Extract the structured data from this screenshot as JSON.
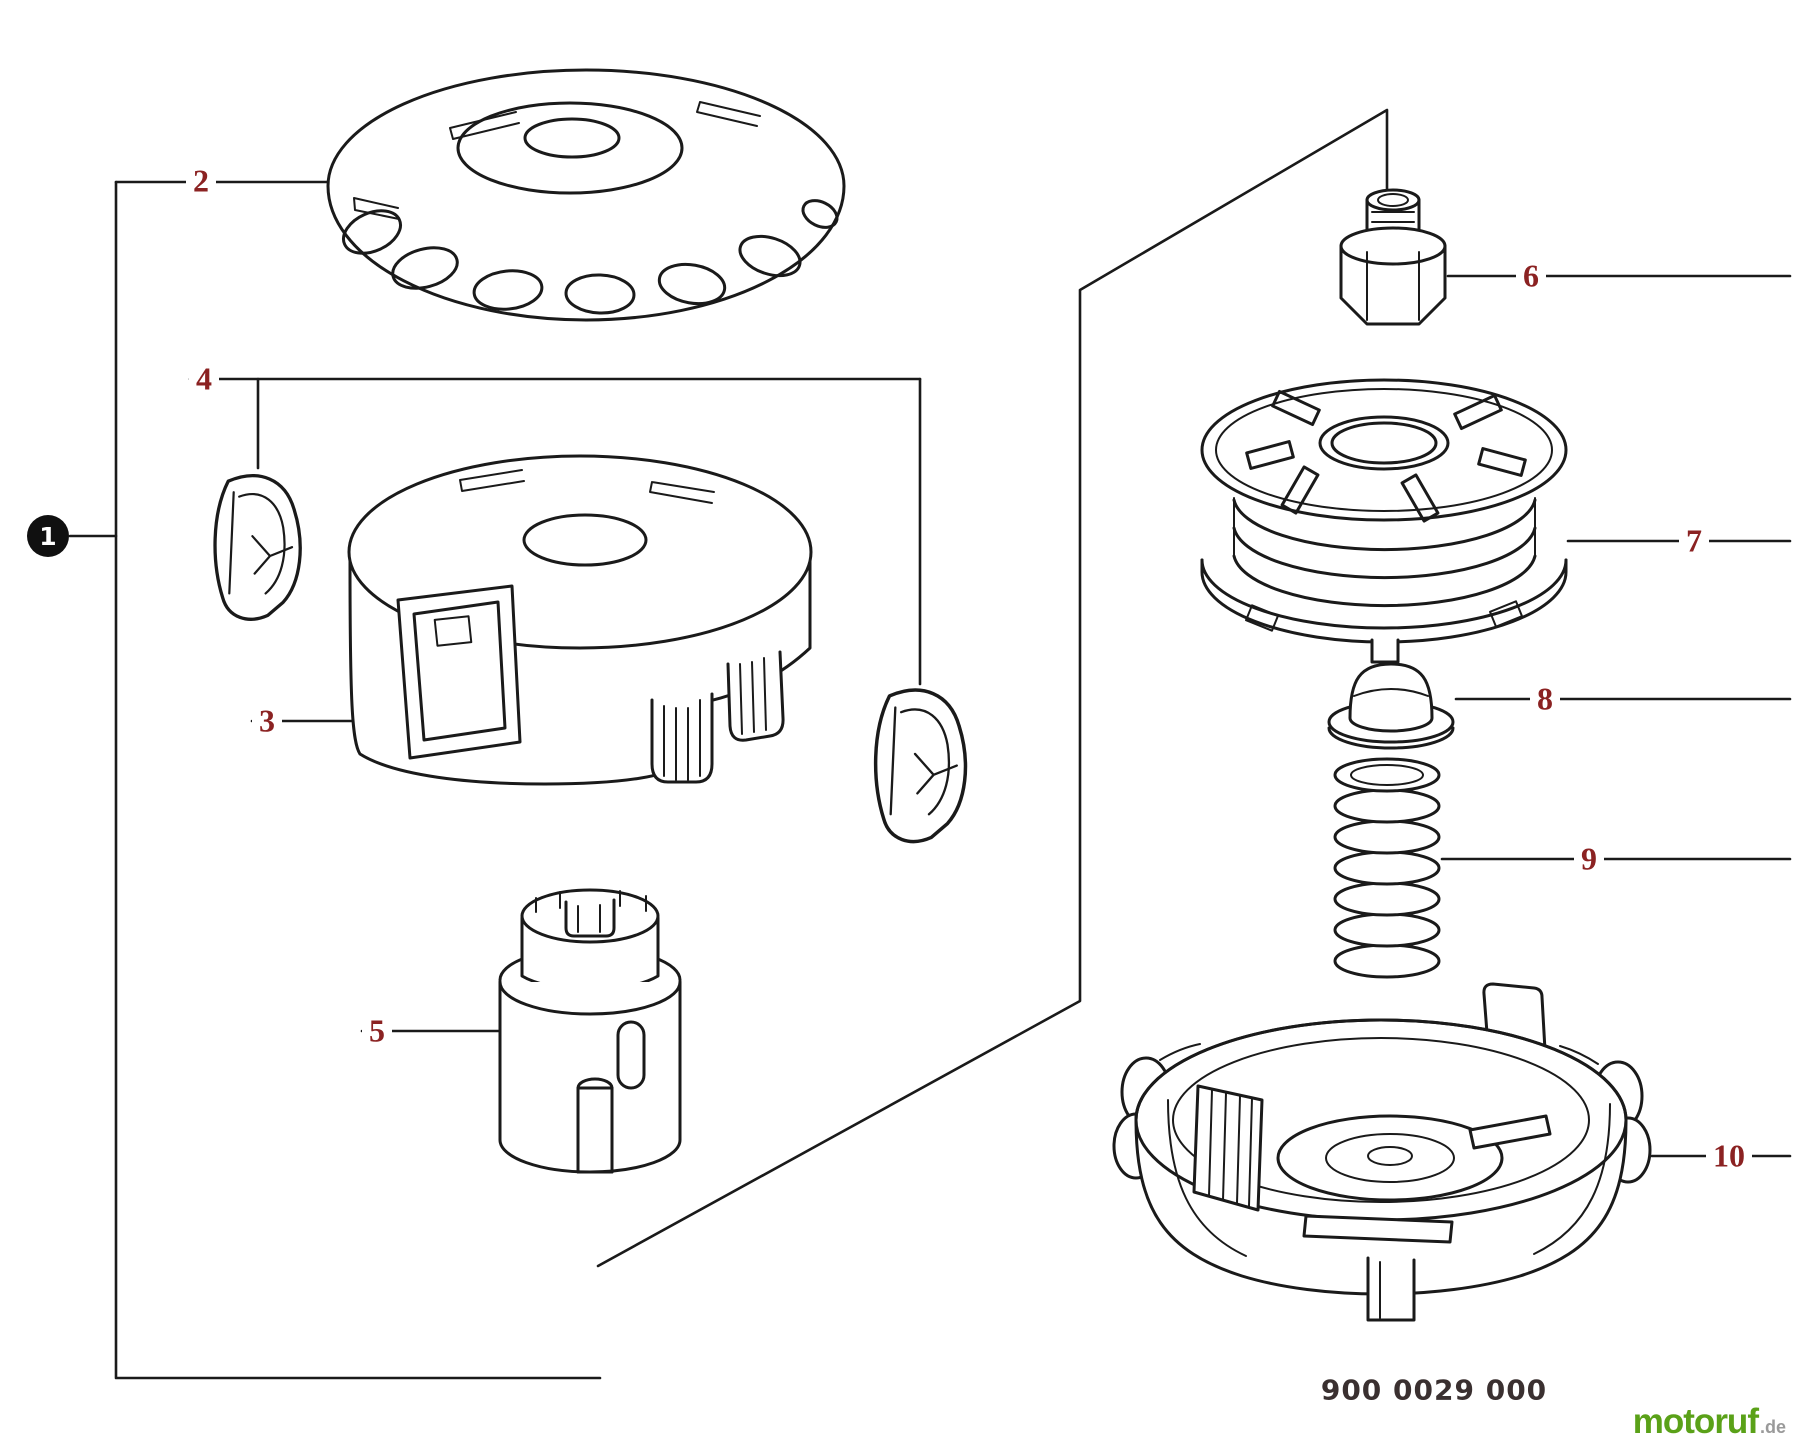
{
  "diagram": {
    "part_number": "900 0029 000",
    "callouts": [
      {
        "label": "1"
      },
      {
        "label": "2"
      },
      {
        "label": "3"
      },
      {
        "label": "4"
      },
      {
        "label": "5"
      },
      {
        "label": "6"
      },
      {
        "label": "7"
      },
      {
        "label": "8"
      },
      {
        "label": "9"
      },
      {
        "label": "10"
      }
    ],
    "colors": {
      "line": "#1a1a1a",
      "callout": "#8b2222",
      "part_number": "#3a3030",
      "logo_green": "#5aa118",
      "logo_gray": "#9a9a9a"
    }
  },
  "branding": {
    "logo_text": "motoruf",
    "logo_suffix": ".de"
  }
}
